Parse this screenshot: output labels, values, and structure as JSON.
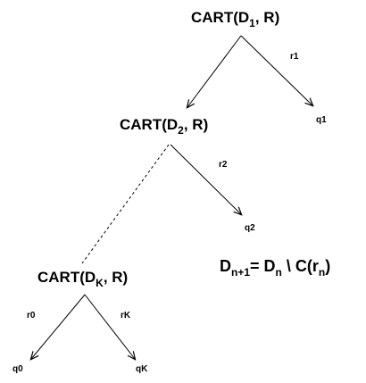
{
  "nodes": {
    "root": {
      "prefix": "CART(D",
      "sub": "1",
      "suffix": ", R)"
    },
    "second": {
      "prefix": "CART(D",
      "sub": "2",
      "suffix": ", R)"
    },
    "kth": {
      "prefix": "CART(D",
      "sub": "K",
      "suffix": ", R)"
    }
  },
  "edge_labels": {
    "r1": "r1",
    "r2": "r2",
    "r0": "r0",
    "rK": "rK"
  },
  "leaves": {
    "q1": "q1",
    "q2": "q2",
    "q0": "q0",
    "qK": "qK"
  },
  "formula": {
    "lhs_main": "D",
    "lhs_sub": "n+1",
    "middle": "= D",
    "middle_sub": "n",
    "rest": " \\ C(r",
    "rest_sub": "n",
    "end": ")"
  }
}
